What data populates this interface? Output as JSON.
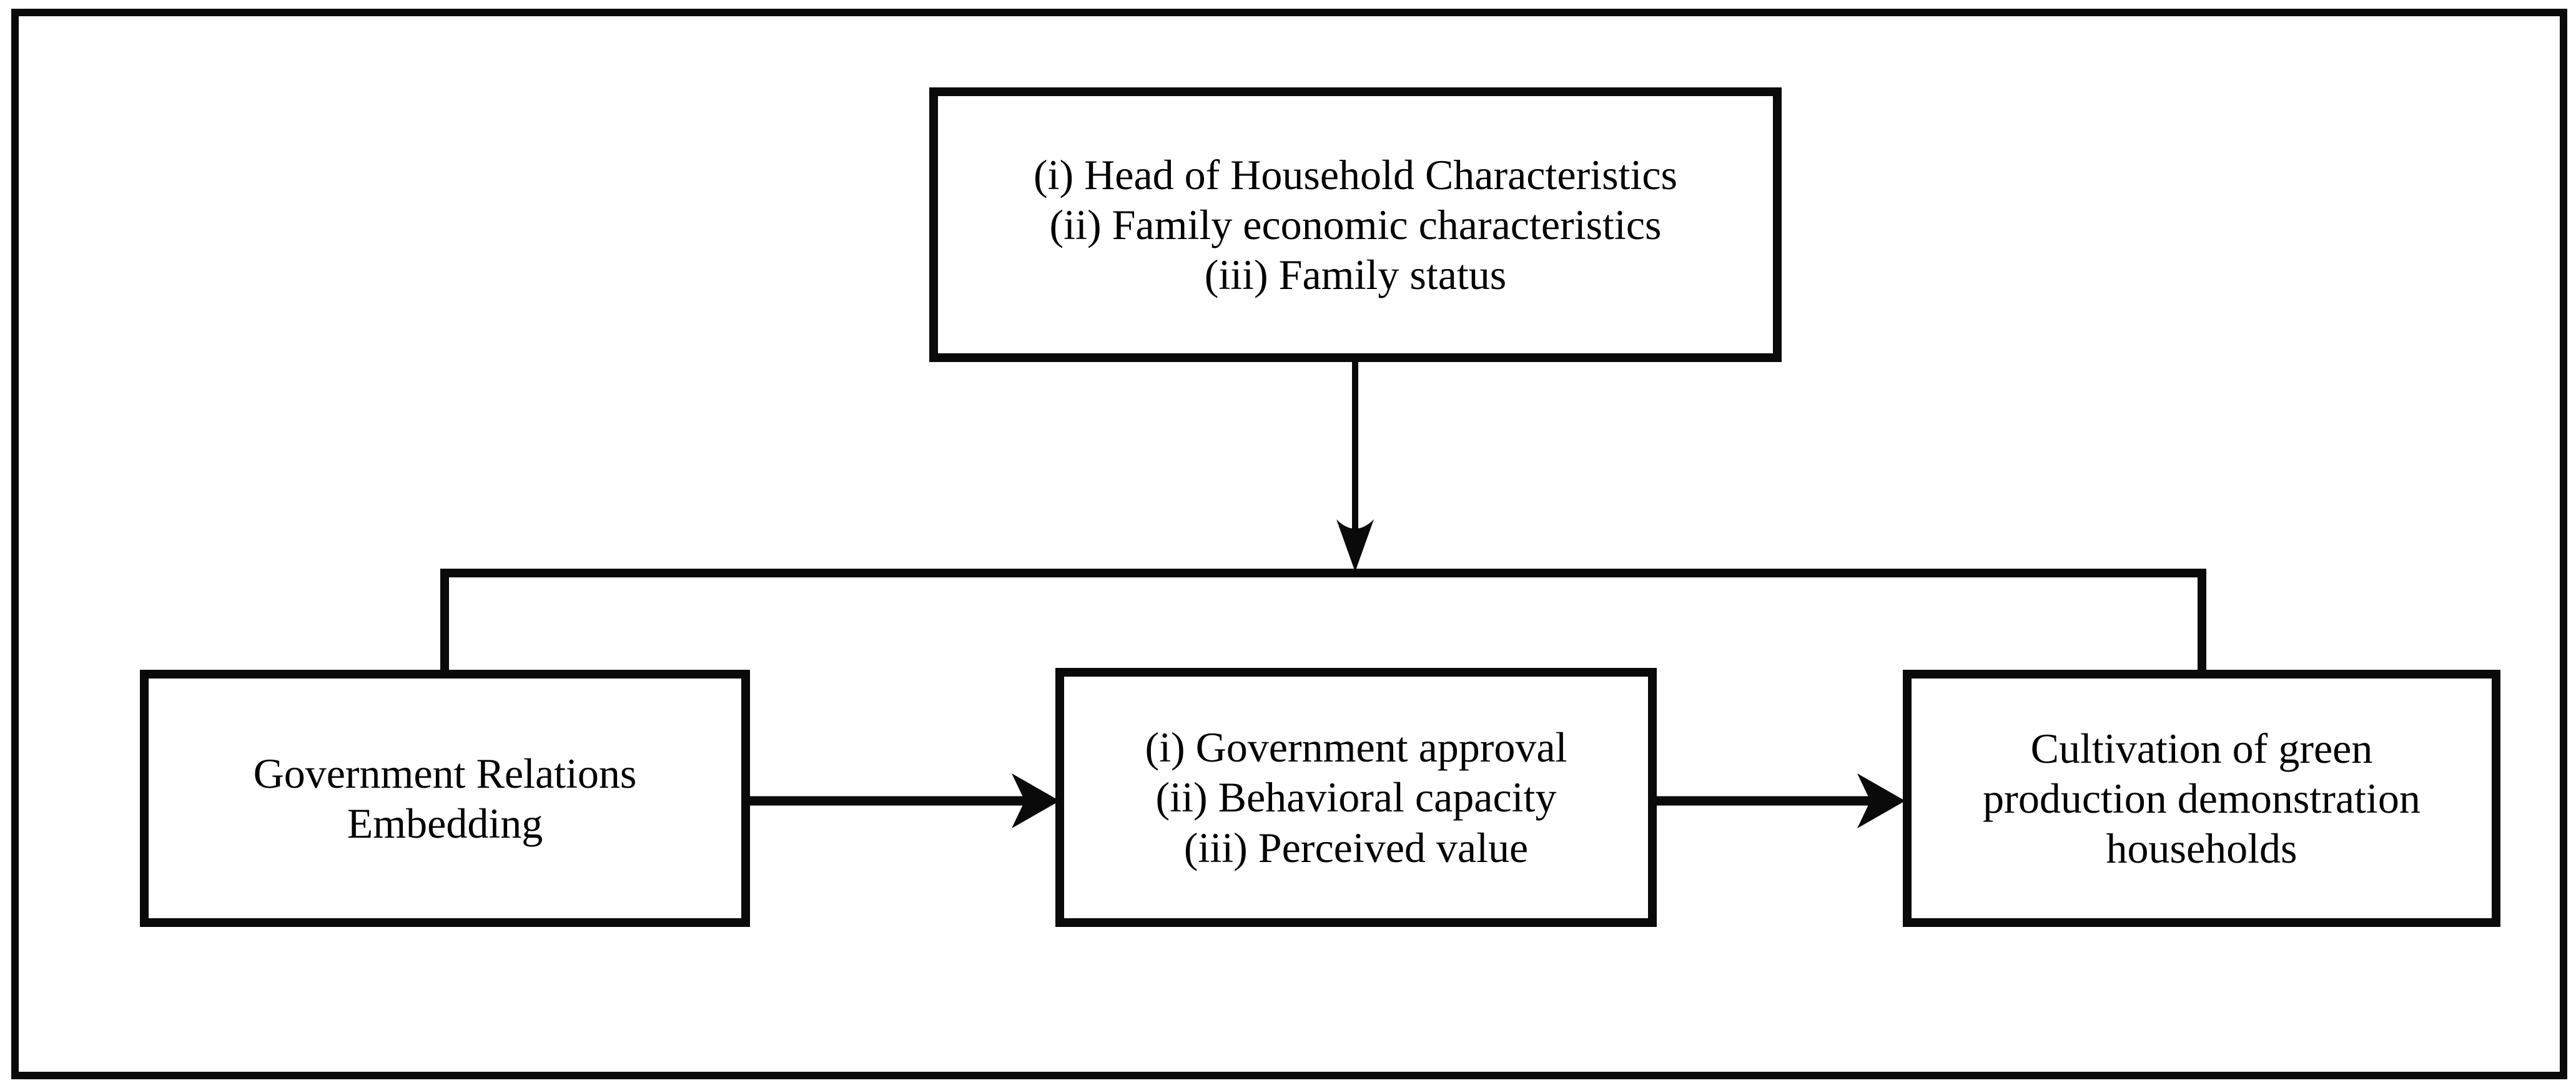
{
  "diagram": {
    "background_color": "#ffffff",
    "line_color": "#0a0a0a",
    "nodes": {
      "household": {
        "lines": [
          "(i) Head of Household Characteristics",
          "(ii) Family economic characteristics",
          "(iii) Family status"
        ]
      },
      "government_relations": {
        "lines": [
          "Government Relations",
          "Embedding"
        ]
      },
      "mediators": {
        "lines": [
          "(i) Government approval",
          "(ii) Behavioral capacity",
          "(iii) Perceived value"
        ]
      },
      "cultivation": {
        "lines": [
          "Cultivation of green",
          "production demonstration",
          "households"
        ]
      }
    },
    "edges": [
      {
        "from": "household",
        "to": "government_relations",
        "type": "elbow-line"
      },
      {
        "from": "household",
        "to": "cultivation",
        "type": "elbow-line"
      },
      {
        "from": "government_relations",
        "to": "mediators",
        "type": "arrow"
      },
      {
        "from": "mediators",
        "to": "cultivation",
        "type": "arrow"
      }
    ]
  }
}
